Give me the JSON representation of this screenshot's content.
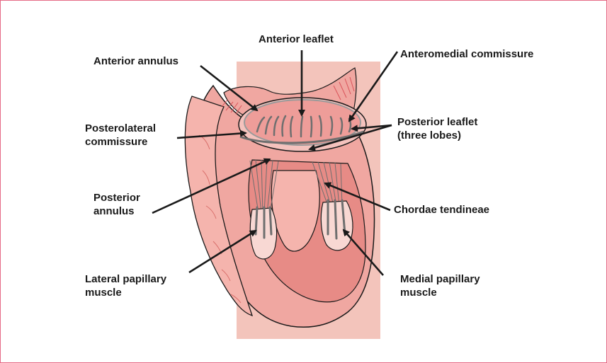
{
  "colors": {
    "border": "#e56a86",
    "background_panel": "#f3c4bb",
    "tissue": "#f0a7a1",
    "tissue_dark": "#e17f7b",
    "tissue_light": "#f8d8d3",
    "leaflet": "#f4c2bd",
    "chordae": "#6f6f6f",
    "outline": "#1a1a1a",
    "arrow": "#1a1a1a"
  },
  "labels": {
    "anterior_leaflet": "Anterior leaflet",
    "anterior_annulus": "Anterior annulus",
    "anteromedial_commissure": "Anteromedial commissure",
    "posterolateral_commissure": [
      "Posterolateral",
      "commissure"
    ],
    "posterior_leaflet": [
      "Posterior leaflet",
      "(three lobes)"
    ],
    "posterior_annulus": [
      "Posterior",
      "annulus"
    ],
    "chordae_tendineae": "Chordae tendineae",
    "lateral_papillary_muscle": [
      "Lateral papillary",
      "muscle"
    ],
    "medial_papillary_muscle": [
      "Medial papillary",
      "muscle"
    ]
  }
}
